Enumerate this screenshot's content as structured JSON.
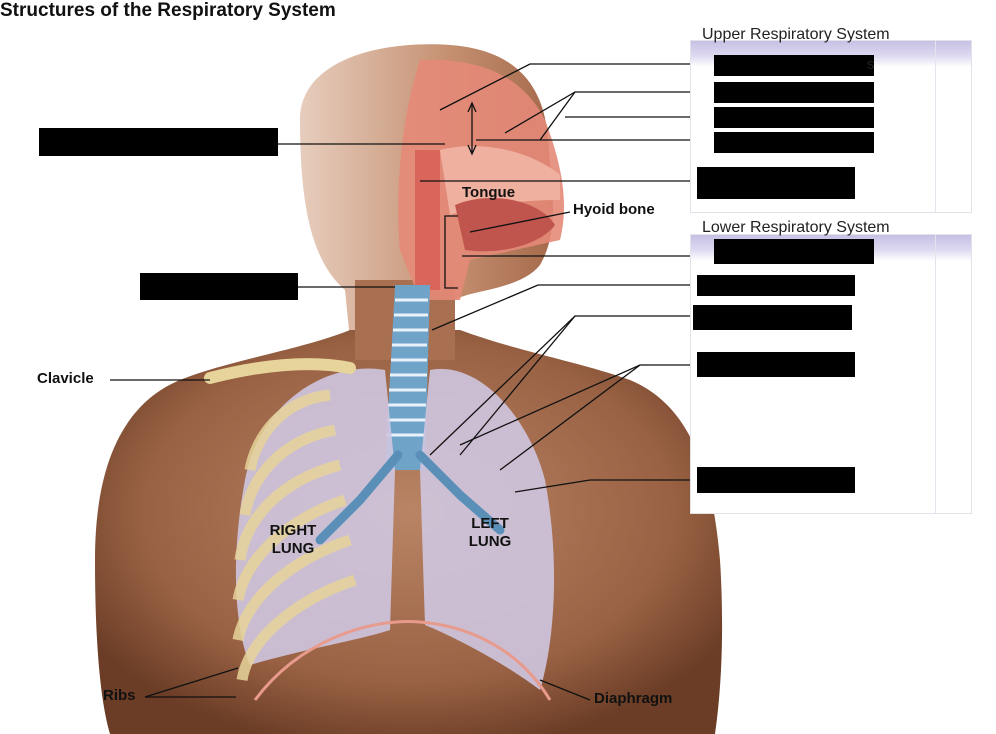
{
  "title": "Structures of the Respiratory System",
  "panels": {
    "upper_title": "Upper Respiratory System",
    "lower_title": "Lower Respiratory System",
    "upper_fragment": "s"
  },
  "labels": {
    "tongue": "Tongue",
    "hyoid": "Hyoid bone",
    "clavicle": "Clavicle",
    "ribs": "Ribs",
    "diaphragm": "Diaphragm",
    "right_lung_1": "RIGHT",
    "right_lung_2": "LUNG",
    "left_lung_1": "LEFT",
    "left_lung_2": "LUNG"
  },
  "colors": {
    "skin": "#b07a5a",
    "skin_dark": "#7a4a30",
    "lung": "#cfc6e0",
    "trachea": "#6fa3c8",
    "rib": "#e7d49a",
    "tissue": "#d9665a",
    "panel_band": "#c7c0e4"
  }
}
